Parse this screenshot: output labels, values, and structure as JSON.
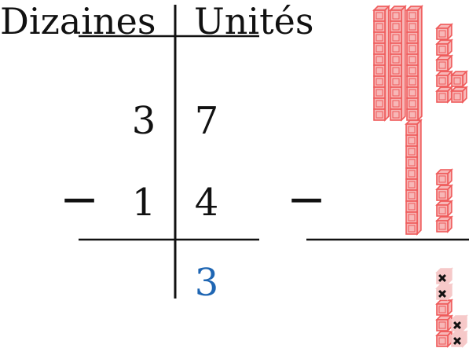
{
  "headers": {
    "tens": "Dizaines",
    "units": "Unités"
  },
  "rows": [
    {
      "operator": "",
      "tens": "3",
      "units": "7"
    },
    {
      "operator": "−",
      "tens": "1",
      "units": "4"
    }
  ],
  "result": {
    "tens": "",
    "units": "3"
  },
  "blocks_operator": "−",
  "blocks": {
    "minuend": {
      "rods": 3,
      "cubes": 7
    },
    "subtrahend": {
      "rods": 1,
      "cubes": 4
    },
    "result_cubes": 7,
    "result_crossed": 4
  },
  "colors": {
    "text": "#111111",
    "result": "#1f66b3",
    "block_fill": "#f7b7b7",
    "block_edge": "#ef5a5a",
    "faded_fill": "#f6c9c9",
    "cross": "#111111"
  }
}
